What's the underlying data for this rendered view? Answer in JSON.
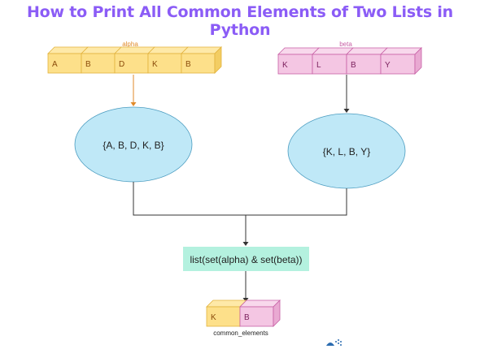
{
  "title": "How to Print All Common Elements of Two Lists in Python",
  "alpha": {
    "name": "alpha",
    "items": [
      "A",
      "B",
      "D",
      "K",
      "B"
    ],
    "set_text": "{A, B, D, K, B}"
  },
  "beta": {
    "name": "beta",
    "items": [
      "K",
      "L",
      "B",
      "Y"
    ],
    "set_text": "{K, L, B, Y}"
  },
  "operation": {
    "text": "list(set(alpha) & set(beta))"
  },
  "result": {
    "name": "common_elements",
    "items": [
      "K",
      "B"
    ]
  },
  "colors": {
    "title": "#8b5cf6",
    "yellow_face": "#fde08a",
    "yellow_top": "#fee9a8",
    "yellow_side": "#f3cd63",
    "yellow_stroke": "#e2b23c",
    "pink_face": "#f4c6e3",
    "pink_top": "#f8d8ec",
    "pink_side": "#e9a9d2",
    "pink_stroke": "#c75fa5",
    "ellipse_fill": "#bfe8f7",
    "ellipse_stroke": "#4b9cc0",
    "op_fill": "#b4f1df",
    "arrow_orange": "#e08a2a",
    "line": "#333333"
  }
}
